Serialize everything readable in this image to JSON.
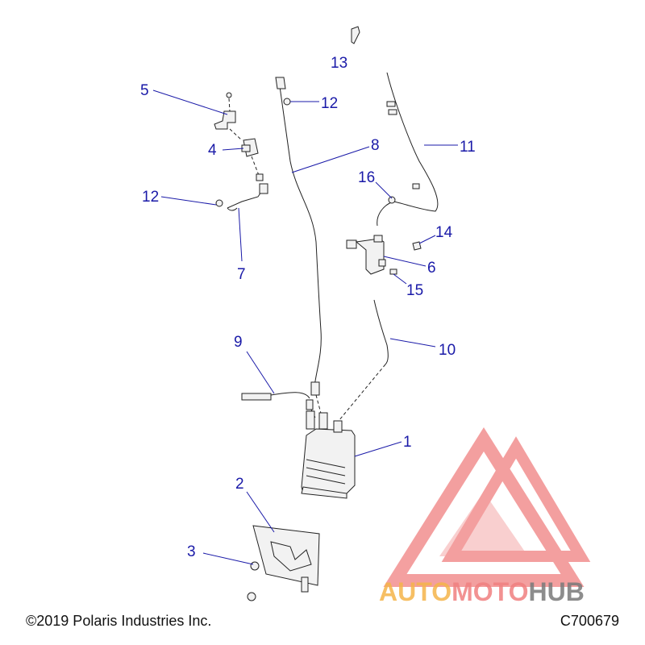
{
  "callouts": [
    "1",
    "2",
    "3",
    "4",
    "5",
    "6",
    "7",
    "8",
    "9",
    "10",
    "11",
    "12",
    "12",
    "13",
    "14",
    "15",
    "16"
  ],
  "footer": {
    "copyright": "©2019 Polaris Industries Inc.",
    "code": "C700679"
  },
  "watermark": {
    "part1": "AUTO",
    "part2": "MOTO",
    "part3": "HUB",
    "color1": "#f5b54a",
    "color2": "#f08080",
    "color3": "#7a7a7a"
  },
  "colors": {
    "callout": "#1a1aa8",
    "logo_triangle": "#f08080"
  }
}
